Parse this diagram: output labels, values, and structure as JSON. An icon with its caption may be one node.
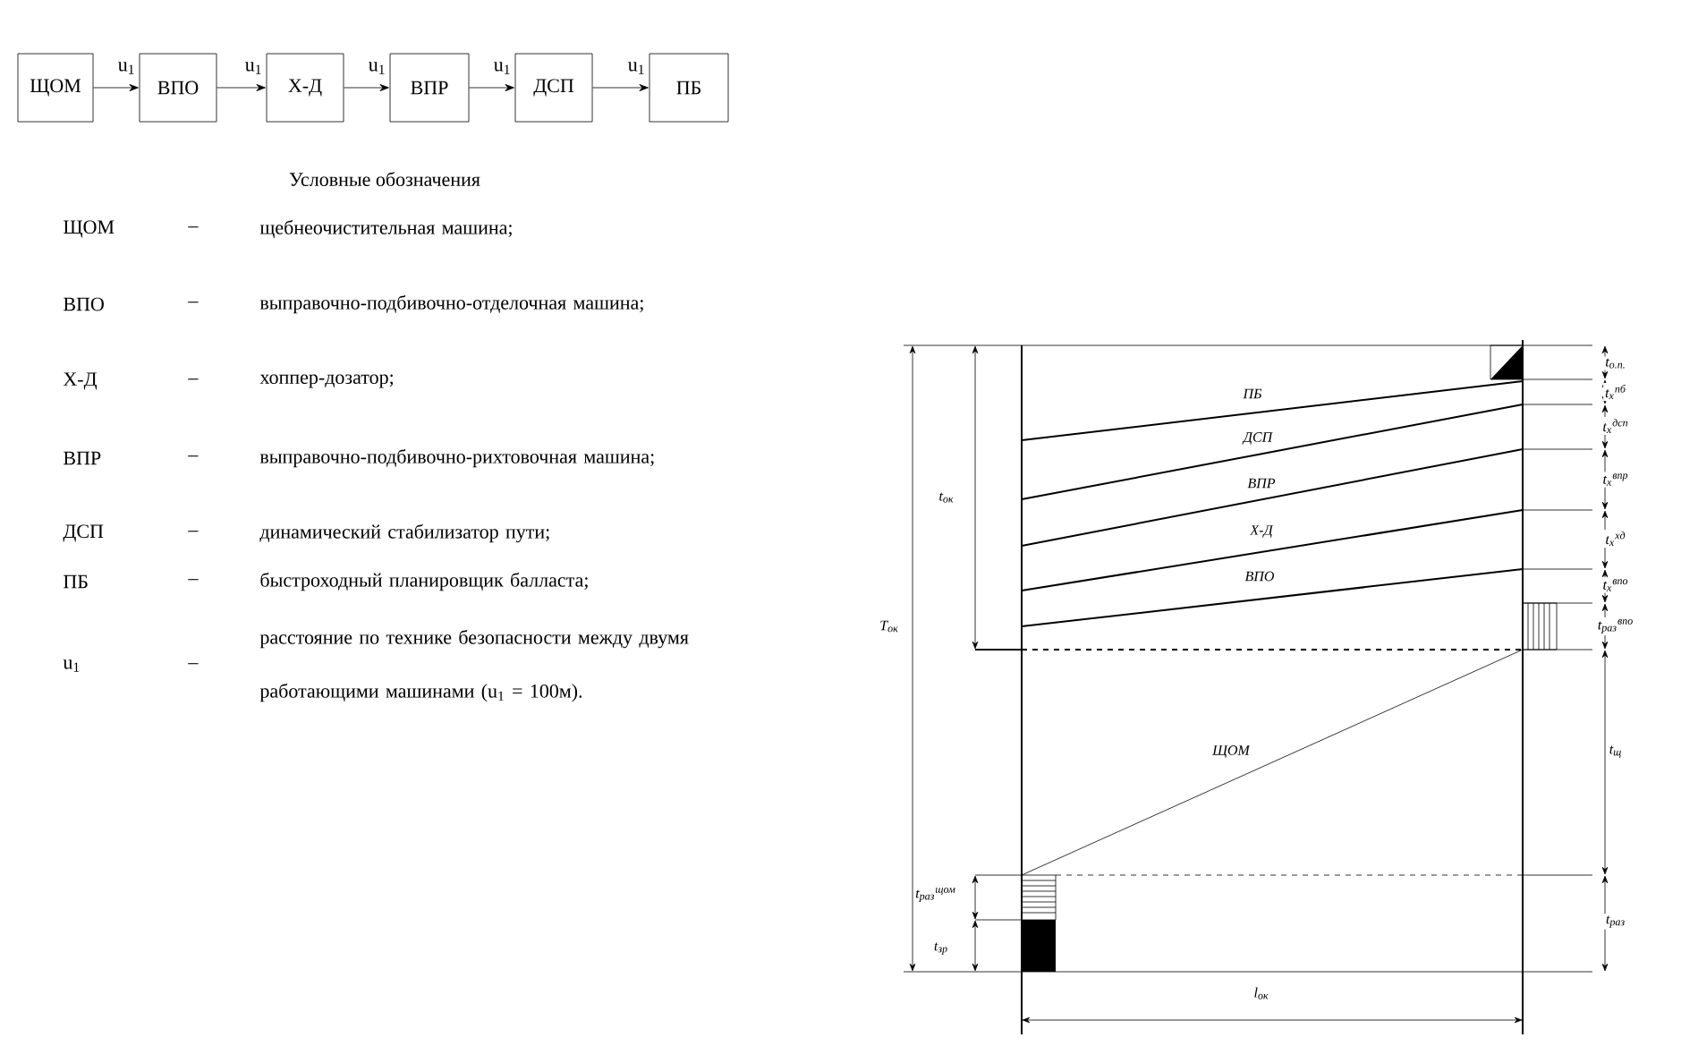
{
  "diagram": {
    "nodes": [
      {
        "text": [
          "ЩОМ"
        ]
      },
      {
        "text": [
          "ВПО"
        ]
      },
      {
        "text": [
          "Х-Д"
        ]
      },
      {
        "text": [
          "ВПР"
        ]
      },
      {
        "text": [
          "ДСП"
        ]
      },
      {
        "text": [
          "ПБ"
        ]
      }
    ],
    "edges": [
      {
        "from": 0,
        "to": 1,
        "arrow": "to",
        "label": "u$_{1}$"
      },
      {
        "from": 1,
        "to": 2,
        "arrow": "to",
        "label": "u$_{1}$"
      },
      {
        "from": 2,
        "to": 3,
        "arrow": "to",
        "label": "u$_{1}$"
      },
      {
        "from": 3,
        "to": 4,
        "arrow": "to",
        "label": "u$_{1}$"
      },
      {
        "from": 4,
        "to": 5,
        "arrow": "to",
        "label": "u$_{1}$"
      }
    ],
    "labels": [
      "Условные обозначения",
      "ЩОМ",
      "–",
      "щебнеочистительная машина;",
      "ВПО",
      "–",
      "выправочно-подбивочно-отделочная машина;",
      "Х-Д",
      "–",
      "хоппер-дозатор;",
      "ВПР",
      "–",
      "выправочно-подбивочно-рихтовочная машина;",
      "ДСП",
      "–",
      "динамический стабилизатор пути;",
      "ПБ",
      "–",
      "быстроходный планировщик балласта;",
      "u$_{1}$",
      "–",
      "расстояние по технике безопасности между двумя работающими машинами (u$_{1}$ = 100м).",
      "t$_{о.п.}$",
      "t$_{x}$$^{пб}$",
      "ПБ",
      "t$_{x}$$^{дсп}$",
      "ДСП",
      "t$_{x}$$^{впр}$",
      "ВПР",
      "t$_{ок}$",
      "t$_{x}$$^{хд}$",
      "Х-Д",
      "t$_{x}$$^{впо}$",
      "ВПО",
      "t$_{раз}$$^{впо}$",
      "T$_{ок}$",
      "ЩОМ",
      "t$_{щ}$",
      "t$_{раз}$$^{щом}$",
      "t$_{раз}$",
      "t$_{зр}$",
      "l$_{ок}$"
    ]
  }
}
